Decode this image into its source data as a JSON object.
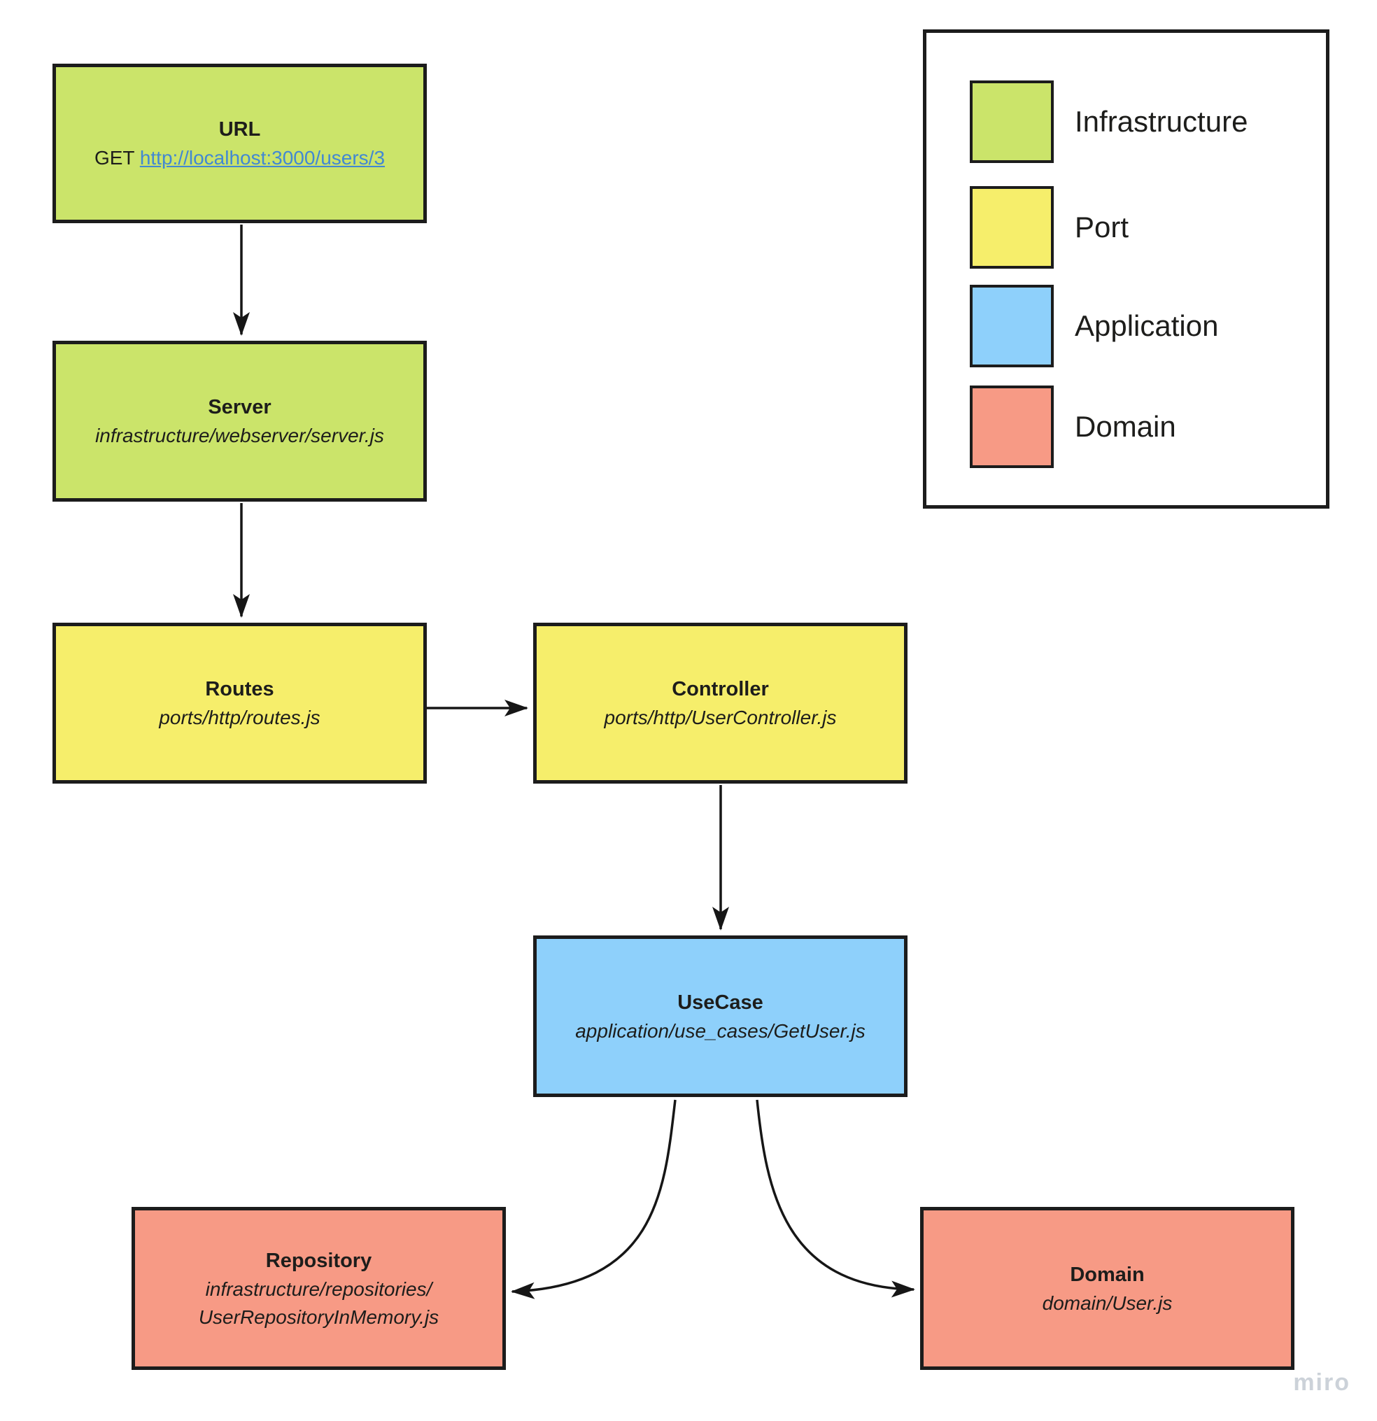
{
  "nodes": {
    "url": {
      "title": "URL",
      "method_prefix": "GET ",
      "link": "http://localhost:3000/users/3"
    },
    "server": {
      "title": "Server",
      "path": "infrastructure/webserver/server.js"
    },
    "routes": {
      "title": "Routes",
      "path": "ports/http/routes.js"
    },
    "controller": {
      "title": "Controller",
      "path": "ports/http/UserController.js"
    },
    "usecase": {
      "title": "UseCase",
      "path": "application/use_cases/GetUser.js"
    },
    "repository": {
      "title": "Repository",
      "path_line1": "infrastructure/repositories/",
      "path_line2": "UserRepositoryInMemory.js"
    },
    "domain": {
      "title": "Domain",
      "path": "domain/User.js"
    }
  },
  "legend": {
    "items": [
      {
        "label": "Infrastructure",
        "color": "#cbe46a"
      },
      {
        "label": "Port",
        "color": "#f6ee6b"
      },
      {
        "label": "Application",
        "color": "#8ed0fb"
      },
      {
        "label": "Domain",
        "color": "#f79a85"
      }
    ]
  },
  "colors": {
    "infrastructure": "#cbe46a",
    "port": "#f6ee6b",
    "application": "#8ed0fb",
    "domain": "#f79a85",
    "outline": "#1c1c1c",
    "link": "#4288d3",
    "watermark": "#ccd2d9"
  },
  "watermark": "miro"
}
